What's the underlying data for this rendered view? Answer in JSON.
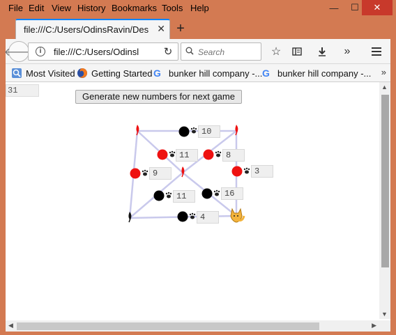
{
  "menu": {
    "file": "File",
    "edit": "Edit",
    "view": "View",
    "history": "History",
    "bookmarks": "Bookmarks",
    "tools": "Tools",
    "help": "Help"
  },
  "window": {
    "minimize": "—",
    "maximize": "☐",
    "close": "✕"
  },
  "tab": {
    "title": "file:///C:/Users/OdinsRavin/Desk",
    "close": "✕"
  },
  "newtab": "+",
  "nav": {
    "url": "file:///C:/Users/Odinsl",
    "search_placeholder": "Search"
  },
  "bookmarks": {
    "most_visited": "Most Visited",
    "getting_started": "Getting Started",
    "bm1": "bunker hill company -...",
    "bm2": "bunker hill company -..."
  },
  "game": {
    "counter": "31",
    "generate_button": "Generate new numbers for next game",
    "numbers": [
      "10",
      "11",
      "8",
      "9",
      "3",
      "11",
      "16",
      "4"
    ]
  },
  "colors": {
    "chrome": "#d37a52",
    "accent": "#0a84ff",
    "token_red": "#ee1111",
    "token_black": "#000000",
    "edge": "#c9c9ec"
  }
}
